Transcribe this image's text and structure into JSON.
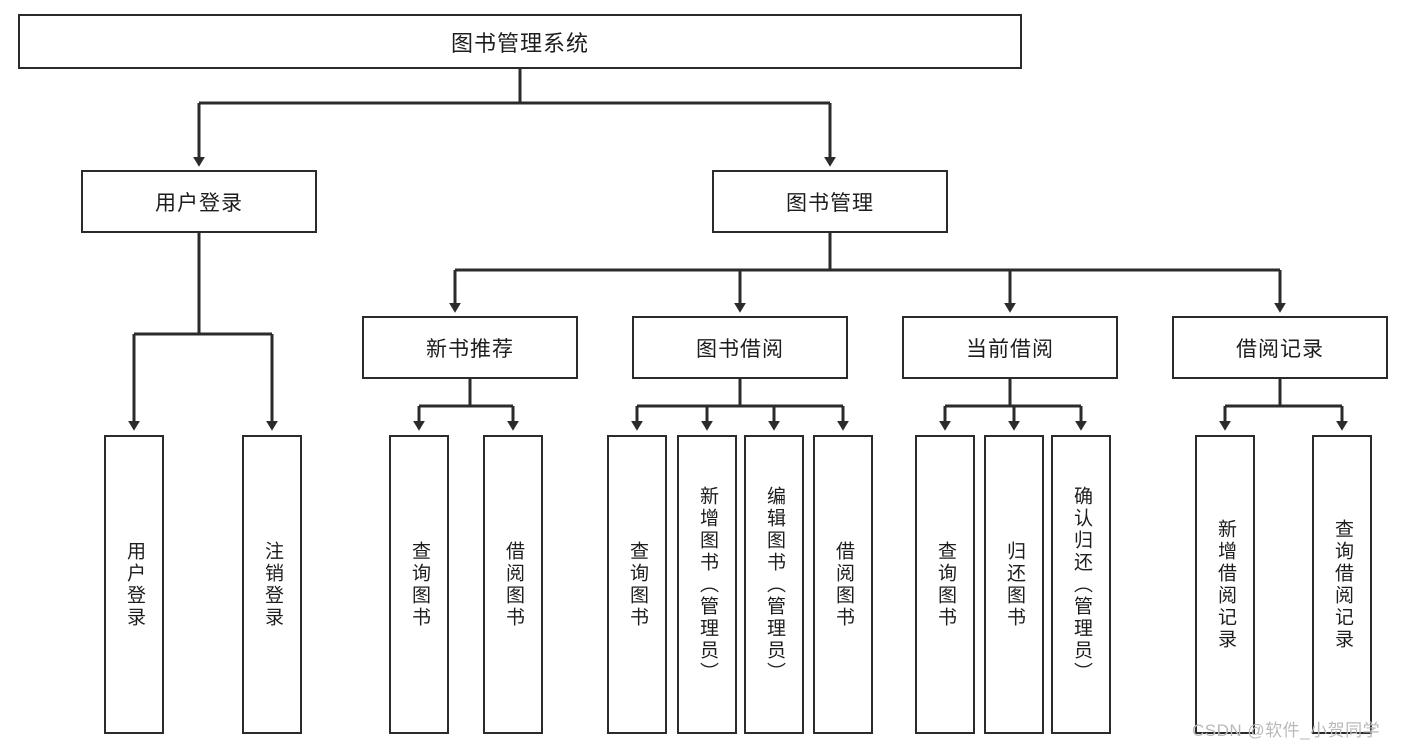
{
  "diagram": {
    "title": "图书管理系统",
    "type": "functional-structure-tree",
    "root": {
      "label": "图书管理系统"
    },
    "level2": [
      {
        "id": "user-login",
        "label": "用户登录"
      },
      {
        "id": "book-management",
        "label": "图书管理"
      }
    ],
    "level3": [
      {
        "id": "new-book-recommend",
        "label": "新书推荐"
      },
      {
        "id": "book-borrow",
        "label": "图书借阅"
      },
      {
        "id": "current-borrow",
        "label": "当前借阅"
      },
      {
        "id": "borrow-record",
        "label": "借阅记录"
      }
    ],
    "leaves": {
      "user_login": [
        {
          "id": "leaf-user-login",
          "label": "用户登录"
        },
        {
          "id": "leaf-logout-login",
          "label": "注销登录"
        }
      ],
      "new_book_recommend": [
        {
          "id": "leaf-query-book-1",
          "label": "查询图书"
        },
        {
          "id": "leaf-borrow-book-1",
          "label": "借阅图书"
        }
      ],
      "book_borrow": [
        {
          "id": "leaf-query-book-2",
          "label": "查询图书"
        },
        {
          "id": "leaf-add-book",
          "label": "新增图书（管理员）"
        },
        {
          "id": "leaf-edit-book",
          "label": "编辑图书（管理员）"
        },
        {
          "id": "leaf-borrow-book-2",
          "label": "借阅图书"
        }
      ],
      "current_borrow": [
        {
          "id": "leaf-query-book-3",
          "label": "查询图书"
        },
        {
          "id": "leaf-return-book",
          "label": "归还图书"
        },
        {
          "id": "leaf-confirm-return",
          "label": "确认归还（管理员）"
        }
      ],
      "borrow_record": [
        {
          "id": "leaf-add-record",
          "label": "新增借阅记录"
        },
        {
          "id": "leaf-query-record",
          "label": "查询借阅记录"
        }
      ]
    },
    "watermark": "CSDN @软件_小贺同学",
    "colors": {
      "stroke": "#2b2b2b",
      "text": "#1d1d1d",
      "background": "#ffffff",
      "watermark": "#b9b9b9"
    }
  }
}
